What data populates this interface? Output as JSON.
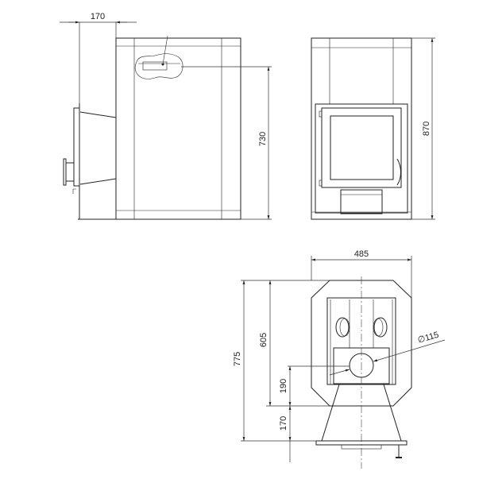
{
  "drawing": {
    "side_view": {
      "depth_offset": "170",
      "flue_height": "730"
    },
    "front_view": {
      "total_height": "870"
    },
    "top_view": {
      "width": "485",
      "total_depth": "775",
      "body_depth": "605",
      "flue_offset": "190",
      "firebox_offset": "170",
      "flue_diameter": "∅115"
    }
  }
}
